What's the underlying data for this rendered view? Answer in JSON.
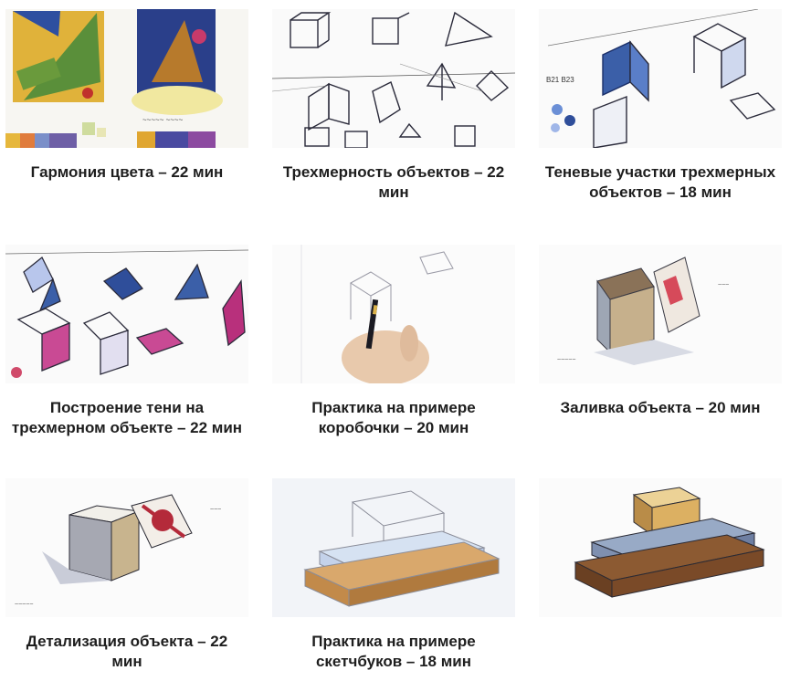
{
  "lessons": [
    {
      "title": "Гармония цвета – 22 мин",
      "thumb_icon": "color-harmony-sketch-icon"
    },
    {
      "title": "Трехмерность объектов – 22 мин",
      "thumb_icon": "perspective-cubes-sketch-icon"
    },
    {
      "title": "Теневые участки трехмерных объектов – 18 мин",
      "thumb_icon": "shaded-cubes-sketch-icon"
    },
    {
      "title": "Построение тени на трехмерном объекте – 22 мин",
      "thumb_icon": "cast-shadow-sketch-icon"
    },
    {
      "title": "Практика на примере коробочки – 20 мин",
      "thumb_icon": "hand-drawing-box-icon"
    },
    {
      "title": "Заливка объекта – 20 мин",
      "thumb_icon": "filled-box-sketch-icon"
    },
    {
      "title": "Детализация объекта – 22 мин",
      "thumb_icon": "gift-box-sketch-icon"
    },
    {
      "title": "Практика на примере скетчбуков – 18 мин",
      "thumb_icon": "sketchbooks-outline-icon"
    },
    {
      "title": "",
      "thumb_icon": "stacked-books-sketch-icon"
    }
  ],
  "colors": {
    "caption": "#1e1e1e",
    "marker_blue": "#3b5fa8",
    "marker_magenta": "#b8307c",
    "marker_gold": "#d9a848"
  }
}
